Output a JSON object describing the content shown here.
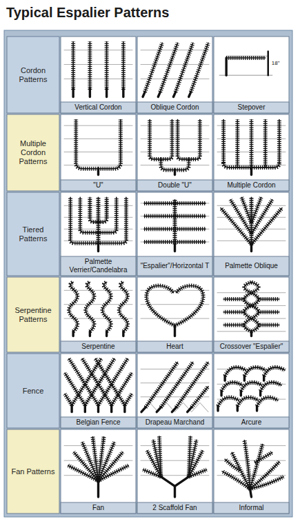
{
  "diagram": {
    "title": "Typical Espalier Patterns",
    "labels": [
      "Cordon Patterns",
      "Vertical Cordon",
      "Oblique Cordon",
      "Stepover",
      "18\"",
      "Multiple Cordon Patterns",
      "\"U\"",
      "Double \"U\"",
      "Multiple Cordon",
      "Tiered Patterns",
      "Palmette Verrier/Candelabra",
      "\"Espalier\"/Horizontal T",
      "Palmette Oblique",
      "Serpentine Patterns",
      "Serpentine",
      "Heart",
      "Crossover \"Espalier\"",
      "Fence",
      "Belgian Fence",
      "Drapeau Marchand",
      "Arcure",
      "Fan Patterns",
      "Fan",
      "2 Scaffold Fan",
      "Informal"
    ]
  }
}
